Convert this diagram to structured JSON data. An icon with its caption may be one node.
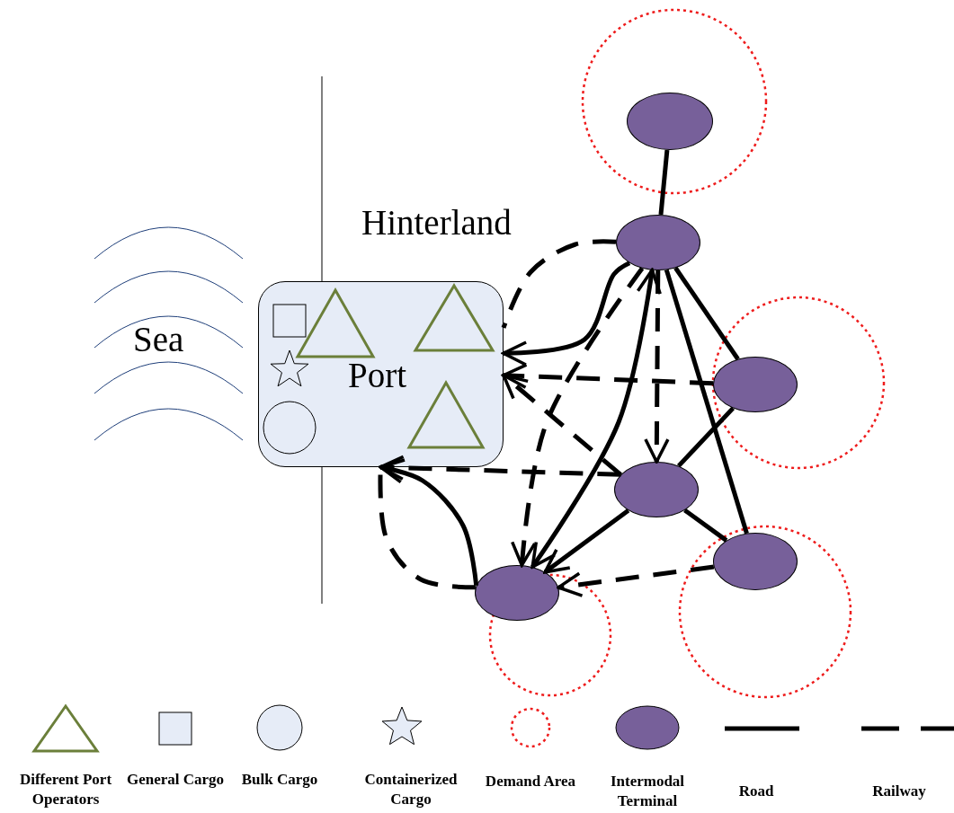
{
  "diagram": {
    "nodes": [
      {
        "text": [
          "Port"
        ]
      },
      {
        "text": [],
        "shape": "ellipse"
      },
      {
        "text": [],
        "shape": "ellipse"
      },
      {
        "text": [],
        "shape": "ellipse"
      },
      {
        "text": [],
        "shape": "ellipse"
      },
      {
        "text": [],
        "shape": "ellipse"
      },
      {
        "text": [],
        "shape": "ellipse"
      }
    ],
    "edges": [
      {
        "from": 1,
        "to": 2,
        "arrow": "none"
      },
      {
        "from": 2,
        "to": 3,
        "arrow": "none"
      },
      {
        "from": 3,
        "to": 4,
        "arrow": "none"
      },
      {
        "from": 2,
        "to": 5,
        "arrow": "none"
      },
      {
        "from": 4,
        "to": 5,
        "arrow": "none"
      },
      {
        "from": 2,
        "to": 0,
        "arrow": "to"
      },
      {
        "from": 6,
        "to": 2,
        "arrow": "both"
      },
      {
        "from": 4,
        "to": 6,
        "arrow": "to"
      },
      {
        "from": 6,
        "to": 0,
        "arrow": "to"
      },
      {
        "from": 2,
        "to": 4,
        "arrow": "to",
        "style": "dashed"
      },
      {
        "from": 3,
        "to": 0,
        "arrow": "to",
        "style": "dashed"
      },
      {
        "from": 4,
        "to": 0,
        "arrow": "to",
        "style": "dashed"
      },
      {
        "from": 4,
        "to": 0,
        "arrow": "to",
        "style": "dashed"
      },
      {
        "from": 5,
        "to": 6,
        "arrow": "to",
        "style": "dashed"
      },
      {
        "from": 2,
        "to": 6,
        "arrow": "to",
        "style": "dashed"
      },
      {
        "from": 2,
        "to": 0,
        "arrow": "none",
        "style": "dashed"
      },
      {
        "from": 6,
        "to": 0,
        "arrow": "none",
        "style": "dashed"
      }
    ],
    "labels": [
      "Hinterland",
      "Sea"
    ],
    "legend": [
      {
        "text": "Different Port Operators"
      },
      {
        "text": "General Cargo"
      },
      {
        "text": "Bulk Cargo"
      },
      {
        "text": "Containerized Cargo"
      },
      {
        "text": "Demand Area"
      },
      {
        "text": "Intermodal Terminal"
      },
      {
        "text": "Road"
      },
      {
        "text": "Railway"
      }
    ]
  }
}
